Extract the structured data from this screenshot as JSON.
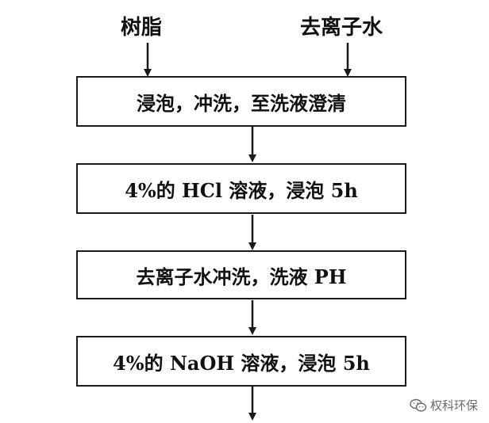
{
  "inputs": [
    {
      "label": "树脂"
    },
    {
      "label": "去离子水"
    }
  ],
  "steps": [
    {
      "label": "浸泡，冲洗，至洗液澄清"
    },
    {
      "label": "4%的 HCl 溶液，浸泡 5h"
    },
    {
      "label": "去离子水冲洗，洗液 PH"
    },
    {
      "label": "4%的 NaOH 溶液，浸泡 5h"
    }
  ],
  "watermark": {
    "text": "权科环保",
    "icon": "wechat-icon"
  },
  "colors": {
    "line": "#1a1a1a",
    "watermark": "#6a6a6a"
  }
}
